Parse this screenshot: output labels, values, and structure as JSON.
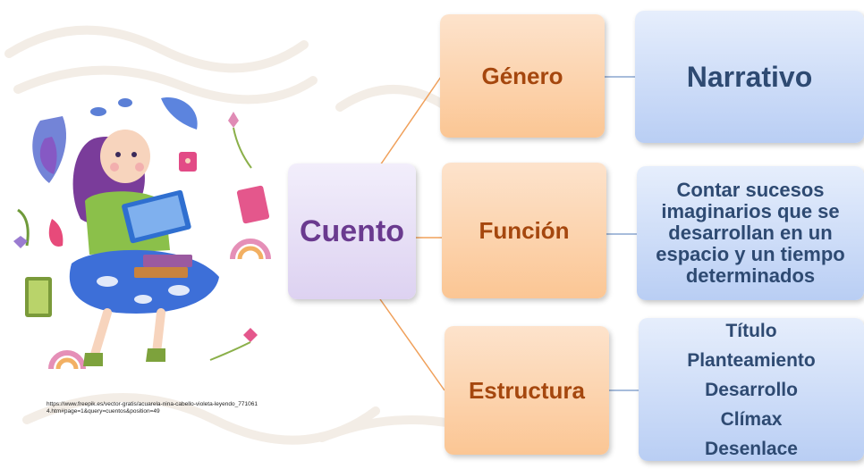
{
  "credit": "https://www.freepik.es/vector-gratis/acuarela-nina-cabello-violeta-leyendo_7710614.htm#page=1&query=cuentos&position=49",
  "root": {
    "label": "Cuento"
  },
  "branches": [
    {
      "label": "Género",
      "leaf": {
        "text": "Narrativo"
      }
    },
    {
      "label": "Función",
      "leaf": {
        "text": "Contar sucesos imaginarios que se desarrollan en un espacio y un tiempo determinados"
      }
    },
    {
      "label": "Estructura",
      "leaf": {
        "items": [
          "Título",
          "Planteamiento",
          "Desarrollo",
          "Clímax",
          "Desenlace"
        ]
      }
    }
  ],
  "colors": {
    "root_text": "#6a3a8f",
    "branch_text": "#a5470e",
    "leaf_text": "#2e4a72",
    "connector_orange": "#f0a05a",
    "connector_blue": "#8aa6cf"
  },
  "icons": [
    "watercolor-girl-reading-illustration"
  ]
}
